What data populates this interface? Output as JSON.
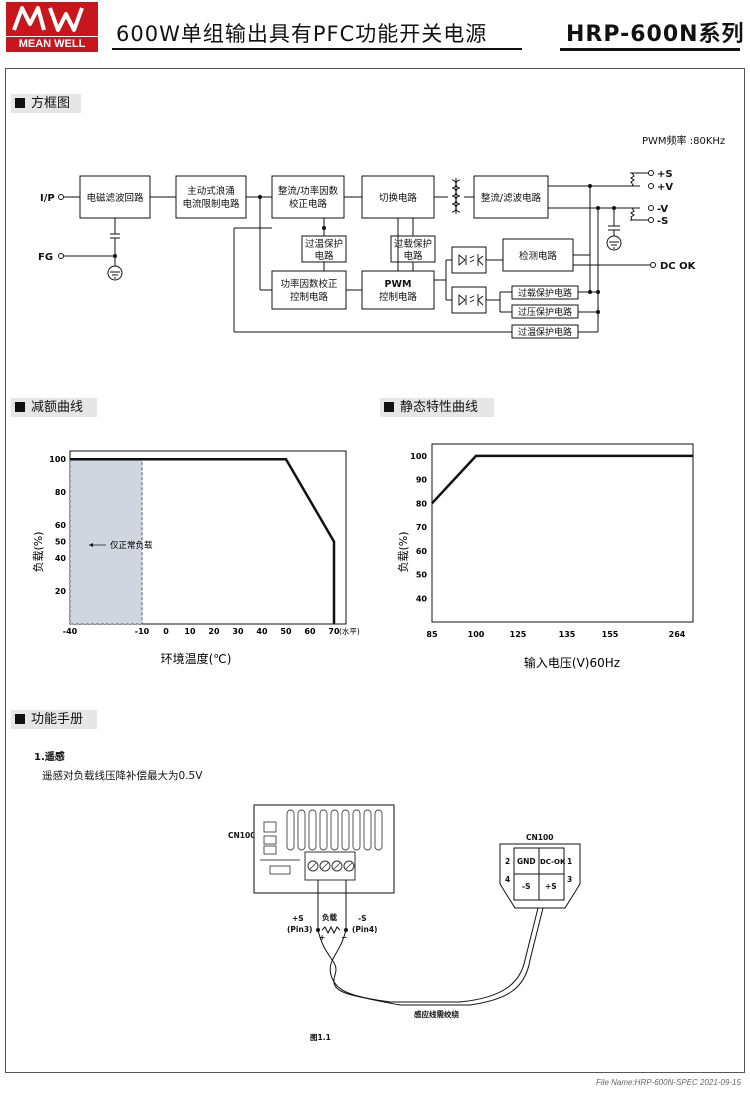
{
  "header": {
    "logo_text": "MEAN WELL",
    "logo_mark": "MW",
    "doc_title": "600W单组输出具有PFC功能开关电源",
    "model": "HRP-600N系列"
  },
  "sections": {
    "block_diagram": "方框图",
    "derating": "减额曲线",
    "static": "静态特性曲线",
    "function": "功能手册"
  },
  "block_diagram": {
    "pwm_freq": "PWM频率 :80KHz",
    "inputs": {
      "ip": "I/P",
      "fg": "FG"
    },
    "outputs": {
      "plus_s": "+S",
      "plus_v": "+V",
      "minus_v": "-V",
      "minus_s": "-S",
      "dc_ok": "DC OK"
    },
    "blocks": {
      "emi": "电磁滤波回路",
      "inrush_1": "主动式浪涌",
      "inrush_2": "电流限制电路",
      "pfc_1": "整流/功率因数",
      "pfc_2": "校正电路",
      "switch": "切换电路",
      "rect": "整流/滤波电路",
      "otp1_1": "过温保护",
      "otp1_2": "电路",
      "olp1_1": "过载保护",
      "olp1_2": "电路",
      "detect": "检测电路",
      "pfc_ctrl_1": "功率因数校正",
      "pfc_ctrl_2": "控制电路",
      "pwm_1": "PWM",
      "pwm_2": "控制电路",
      "olp2": "过载保护电路",
      "ovp": "过压保护电路",
      "otp2": "过温保护电路"
    }
  },
  "derating_chart": {
    "ylabel": "负载(%)",
    "xlabel": "环境温度(℃)",
    "x_unit": "(水平)",
    "annotation": "仅正常负载",
    "xticks": [
      "-40",
      "-10",
      "0",
      "10",
      "20",
      "30",
      "40",
      "50",
      "60",
      "70"
    ],
    "yticks": [
      "100",
      "80",
      "60",
      "50",
      "40",
      "20"
    ]
  },
  "static_chart": {
    "ylabel": "负载(%)",
    "xlabel": "输入电压(V)60Hz",
    "xticks": [
      "85",
      "100",
      "125",
      "135",
      "155",
      "264"
    ],
    "yticks": [
      "100",
      "90",
      "80",
      "70",
      "60",
      "50",
      "40"
    ]
  },
  "chart_data": [
    {
      "type": "line",
      "xlabel": "环境温度(℃)",
      "ylabel": "负载(%)",
      "xlim": [
        -40,
        75
      ],
      "ylim": [
        0,
        105
      ],
      "series": [
        {
          "x": [
            -40,
            50,
            70,
            70
          ],
          "y": [
            100,
            100,
            50,
            0
          ]
        }
      ],
      "shaded_region_x": [
        -40,
        -10
      ]
    },
    {
      "type": "line",
      "xlabel": "输入电压(V)60Hz",
      "ylabel": "负载(%)",
      "xlim": [
        85,
        264
      ],
      "ylim": [
        30,
        105
      ],
      "series": [
        {
          "x": [
            85,
            100,
            264
          ],
          "y": [
            80,
            100,
            100
          ]
        }
      ]
    }
  ],
  "manual": {
    "item_title": "1.遥感",
    "item_desc": "遥感对负载线压降补偿最大为0.5V",
    "cn100_left": "CN100",
    "cn100_right": "CN100",
    "plus_s": "+S",
    "pin3": "(Pin3)",
    "load": "负载",
    "minus_s": "-S",
    "pin4": "(Pin4)",
    "plus_sign": "+",
    "minus_sign": "−",
    "pin_2": "2",
    "pin_1": "1",
    "pin_4": "4",
    "pin_3": "3",
    "gnd": "GND",
    "dcok": "DC-OK",
    "cell_minus_s": "-S",
    "cell_plus_s": "+S",
    "twisted_label": "感应线需绞绕",
    "figure": "图1.1"
  },
  "footer": "File Name:HRP-600N-SPEC   2021-09-15"
}
